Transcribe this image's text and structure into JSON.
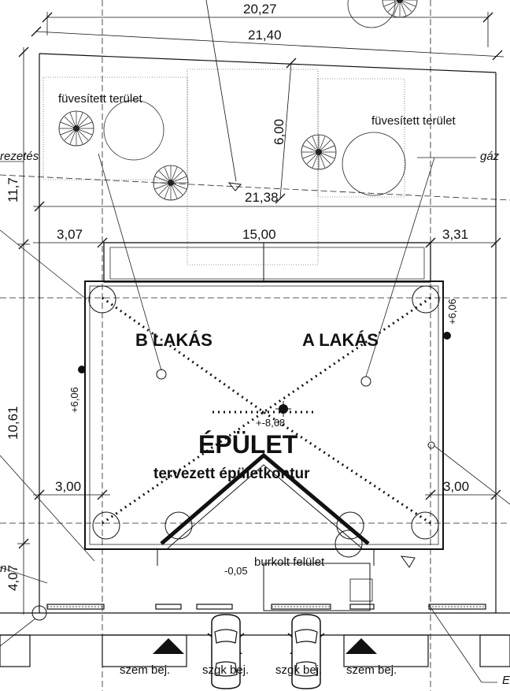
{
  "dimensions": {
    "d_20_27": "20,27",
    "d_21_40": "21,40",
    "d_6_00": "6,00",
    "d_21_38": "21,38",
    "d_3_07": "3,07",
    "d_15_00": "15,00",
    "d_3_31": "3,31",
    "d_11_7": "11,7",
    "d_10_61": "10,61",
    "d_3_00_left": "3,00",
    "d_3_00_right": "3,00",
    "d_4_07": "4,07"
  },
  "levels": {
    "plus_6_06_left": "+6,06",
    "plus_6_06_right": "+6,06",
    "center": "+-8,68",
    "bottom": "-0,05"
  },
  "labels": {
    "lawn_left": "füvesített terület",
    "lawn_right": "füvesített terület",
    "left_edge": "rezetés",
    "gas": "gáz",
    "paved": "burkolt felület",
    "left_stub": "n",
    "right_stub": "E"
  },
  "apartments": {
    "b_letter": "B",
    "b_rest": " LAKÁS",
    "a_letter": "A",
    "a_rest": " LAKÁS"
  },
  "building": {
    "title": "ÉPÜLET",
    "subtitle": "tervezett épületkontur"
  },
  "parking": {
    "p1": "szem bej.",
    "p2": "szgk bej.",
    "p3": "szgk bej.",
    "p4": "szem bej."
  }
}
